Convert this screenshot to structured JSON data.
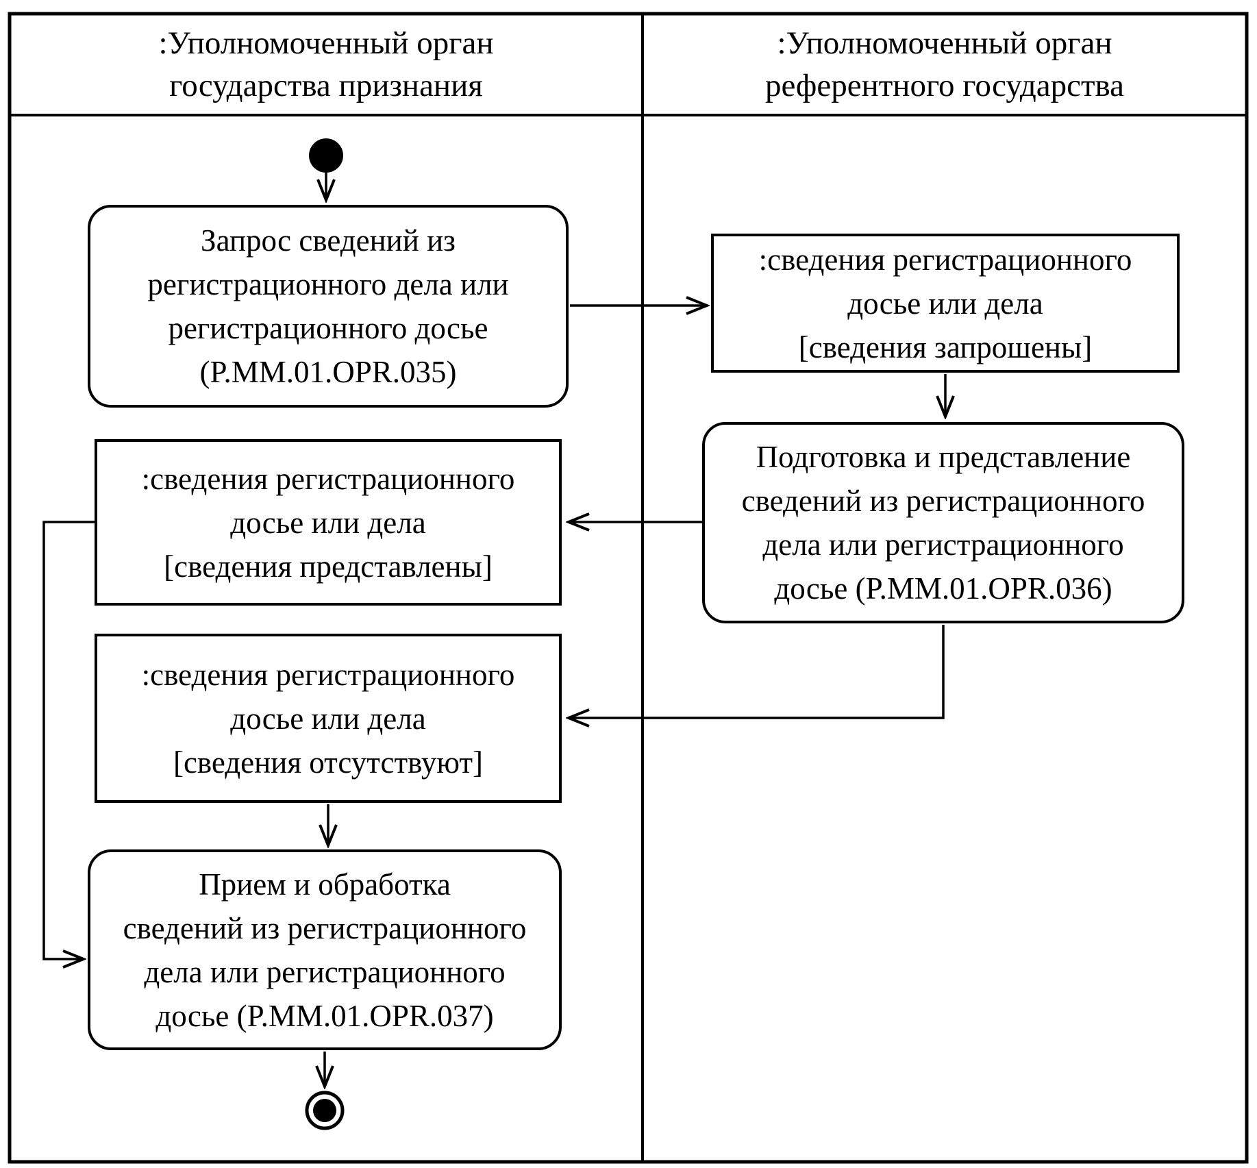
{
  "diagram": {
    "type": "uml-activity-swimlane",
    "background_color": "#ffffff",
    "line_color": "#000000",
    "lanes": [
      {
        "label": ":Уполномоченный орган\nгосударства признания"
      },
      {
        "label": ":Уполномоченный орган\nреферентного государства"
      }
    ],
    "nodes": {
      "start": {
        "type": "initial-node"
      },
      "request": {
        "type": "action",
        "label": "Запрос сведений из\nрегистрационного дела или\nрегистрационного досье\n(P.MM.01.OPR.035)"
      },
      "object_requested": {
        "type": "object",
        "label": ":сведения регистрационного\nдосье или дела\n[сведения запрошены]"
      },
      "prepare": {
        "type": "action",
        "label": "Подготовка и представление\nсведений из регистрационного\nдела или регистрационного\nдосье (P.MM.01.OPR.036)"
      },
      "object_provided": {
        "type": "object",
        "label": ":сведения регистрационного\nдосье или дела\n[сведения представлены]"
      },
      "object_absent": {
        "type": "object",
        "label": ":сведения регистрационного\nдосье или дела\n[сведения отсутствуют]"
      },
      "receive": {
        "type": "action",
        "label": "Прием и обработка\nсведений из регистрационного\nдела или регистрационного\nдосье (P.MM.01.OPR.037)"
      },
      "end": {
        "type": "final-node"
      }
    }
  }
}
